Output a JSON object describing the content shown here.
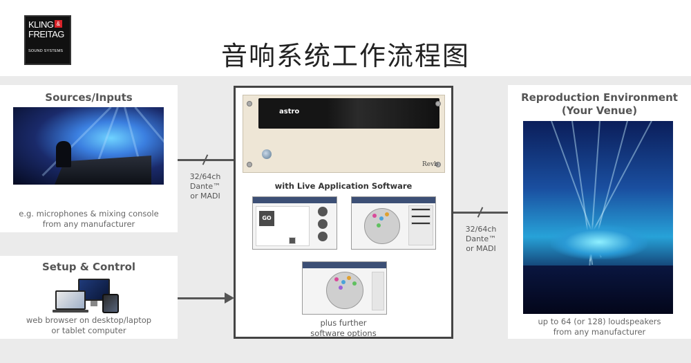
{
  "header": {
    "logo_line1": "KLING",
    "logo_amp": "&",
    "logo_line2": "FREITAG",
    "logo_sub": "SOUND SYSTEMS",
    "title": "音响系统工作流程图"
  },
  "sources": {
    "title": "Sources/Inputs",
    "caption_line1": "e.g. microphones & mixing console",
    "caption_line2": "from any manufacturer"
  },
  "setup": {
    "title": "Setup & Control",
    "caption_line1": "web browser on desktop/laptop",
    "caption_line2": "or tablet computer"
  },
  "center": {
    "rack_brand": "astro",
    "rack_model": "Revb",
    "subtitle": "with Live Application Software",
    "app_go_label": "GO",
    "caption_line1": "plus further",
    "caption_line2": "software options"
  },
  "reproduction": {
    "title_line1": "Reproduction Environment",
    "title_line2": "(Your Venue)",
    "caption_line1": "up to 64 (or 128) loudspeakers",
    "caption_line2": "from any manufacturer"
  },
  "connections": {
    "left_line1": "32/64ch",
    "left_line2": "Dante™",
    "left_line3": "or MADI",
    "right_line1": "32/64ch",
    "right_line2": "Dante™",
    "right_line3": "or MADI"
  },
  "colors": {
    "connector": "#555555",
    "logo_accent": "#d8232a"
  }
}
